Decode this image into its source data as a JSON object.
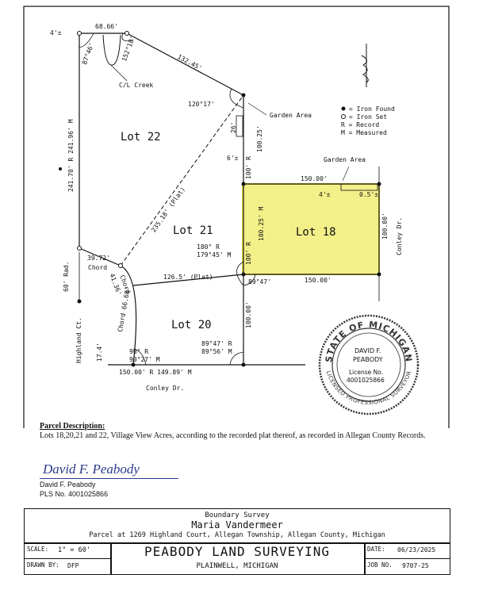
{
  "plat": {
    "lot22": "Lot 22",
    "lot21": "Lot 21",
    "lot20": "Lot 20",
    "lot18": "Lot 18",
    "top_left_offset": "4'±",
    "top_dim": "68.66'",
    "angle_87": "87°46'",
    "angle_152": "152°18'",
    "creek": "C/L Creek",
    "diag_dim": "132.45'",
    "west_dim": "241.70' R  241.96' M",
    "angle_120": "120°17'",
    "garden_area_1": "Garden Area",
    "dim_26": "26'",
    "dim_6": "6'±",
    "east_100_25": "100.25'",
    "east_100r": "100' R",
    "diag_plat": "235.18' (Plat)",
    "garden_area_2": "Garden Area",
    "lot18_top": "150.00'",
    "lot18_4": "4'±",
    "lot18_05": "0.5'±",
    "lot18_west": "100.25' M",
    "lot18_west2": "100' R",
    "lot18_east": "100.00'",
    "lot18_bottom": "150.00'",
    "conley_east": "Conley Dr.",
    "chord_39": "39.72'",
    "chord_41": "41.36'",
    "chord_label1": "Chord",
    "chord_label2": "Chord",
    "angle_180r": "180° R",
    "angle_179m": "179°45' M",
    "plat_126": "126.5' (Plat)",
    "angle_89_47": "89°47'",
    "rad_60": "60' Rad.",
    "chord_66": "Chord 66.68'",
    "highland": "Highland Ct.",
    "dim_17": "17.4'",
    "angle_90r": "90° R",
    "angle_90m": "90°27' M",
    "angle_8947r": "89°47' R",
    "angle_8956m": "89°56' M",
    "east_lot20": "100.00'",
    "bottom_dim": "150.00' R  149.89' M",
    "conley_south": "Conley Dr."
  },
  "legend": {
    "iron_found": "= Iron Found",
    "iron_set": "= Iron Set",
    "record": "R = Record",
    "measured": "M = Measured"
  },
  "seal": {
    "ring_text": "STATE OF MICHIGAN",
    "ring_bottom": "LICENSED PROFESSIONAL SURVEYOR",
    "name1": "DAVID F.",
    "name2": "PEABODY",
    "lic1": "License No.",
    "lic2": "4001025866"
  },
  "description": {
    "heading": "Parcel Description:",
    "body": "Lots 18,20,21 and 22, Village View Acres, according to the recorded plat thereof, as recorded in Allegan County Records."
  },
  "signature": {
    "script": "David F. Peabody",
    "name": "David F. Peabody",
    "pls": "PLS No. 4001025866"
  },
  "titleblock": {
    "type": "Boundary Survey",
    "client": "Maria Vandermeer",
    "parcel": "Parcel at 1269 Highland Court, Allegan Township, Allegan County, Michigan",
    "scale_label": "SCALE:",
    "scale_value": "1\" = 60'",
    "drawn_label": "DRAWN BY:",
    "drawn_value": "DFP",
    "company": "PEABODY LAND SURVEYING",
    "city": "PLAINWELL, MICHIGAN",
    "date_label": "DATE:",
    "date_value": "06/23/2025",
    "job_label": "JOB NO.",
    "job_value": "9707-25"
  },
  "colors": {
    "highlight": "#f3f08a",
    "highlight_stroke": "#e8dc3c",
    "ink": "#111111",
    "signature": "#2a3a8c"
  }
}
